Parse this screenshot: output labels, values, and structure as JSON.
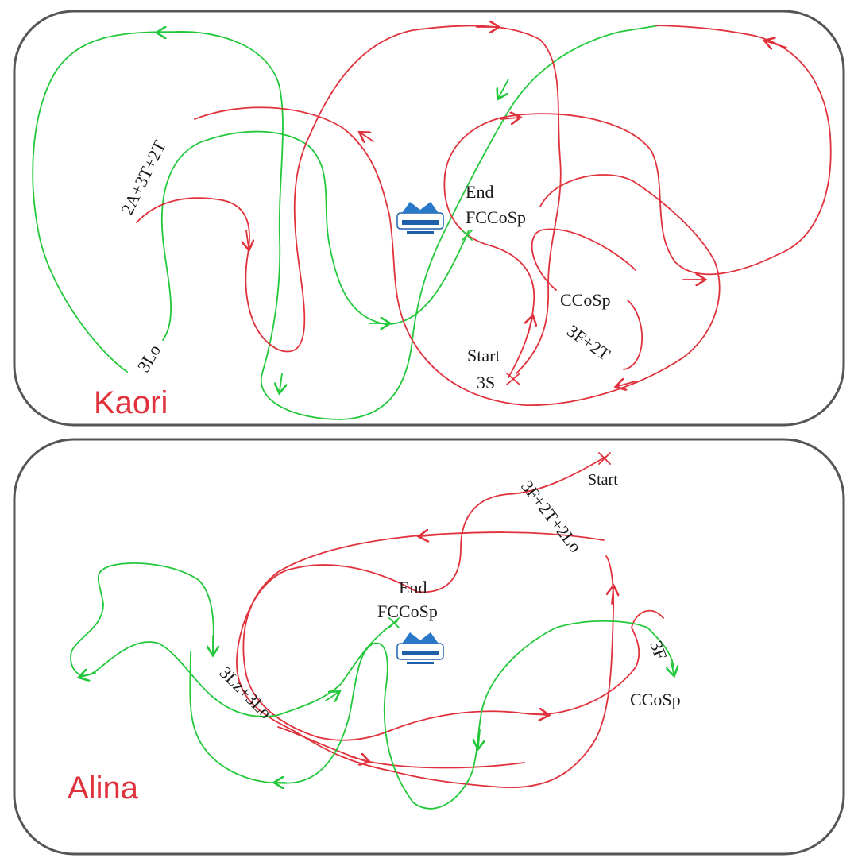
{
  "colors": {
    "red_path": "#e0323c",
    "green_path": "#22c83a",
    "board": "#555555",
    "skater_label": "#e0323c"
  },
  "rinks": [
    {
      "skater": "Kaori",
      "labels": {
        "end": "End",
        "end_element": "FCCoSp",
        "start": "Start",
        "start_element": "3S",
        "combo_a": "2A+3T+2T",
        "loop": "3Lo",
        "spin": "CCoSp",
        "combo_b": "3F+2T"
      },
      "logo_icon": "skating-logo-icon"
    },
    {
      "skater": "Alina",
      "labels": {
        "start": "Start",
        "combo_a": "3F+2T+2Lo",
        "end": "End",
        "end_element": "FCCoSp",
        "combo_b": "3Lz+3Lo",
        "flip": "3F",
        "spin": "CCoSp"
      },
      "logo_icon": "skating-logo-icon"
    }
  ]
}
